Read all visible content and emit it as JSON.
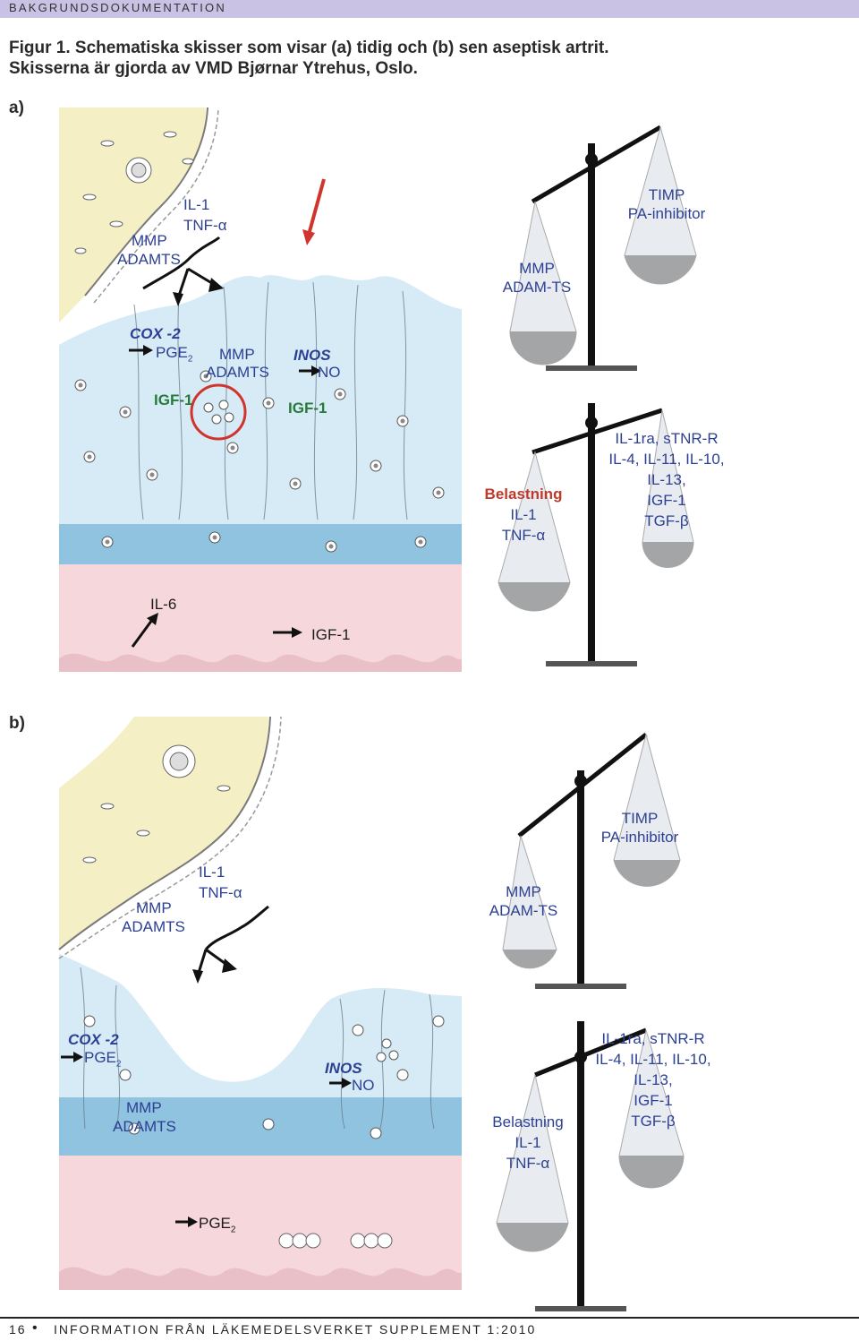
{
  "header": {
    "section": "BAKGRUNDSDOKUMENTATION"
  },
  "caption": {
    "line1": "Figur 1. Schematiska skisser som visar (a) tidig och (b) sen aseptisk artrit.",
    "line2": "Skisserna är gjorda av VMD Bjørnar Ytrehus, Oslo."
  },
  "panel_a": {
    "label": "a)",
    "il1": "IL-1",
    "tnfa": "TNF-α",
    "mmp": "MMP",
    "adamts": "ADAMTS",
    "cox2": "COX -2",
    "pge2": "PGE",
    "pge2_sub": "2",
    "mmp2": "MMP",
    "adamts2": "ADAMTS",
    "inos": "INOS",
    "no": "NO",
    "igf1_left": "IGF-1",
    "igf1_right": "IGF-1",
    "il6": "IL-6",
    "igf1_bottom": "IGF-1",
    "scale_top_left": [
      "MMP",
      "ADAM-TS"
    ],
    "scale_top_right": [
      "TIMP",
      "PA-inhibitor"
    ],
    "scale_bot_left": [
      "Belastning",
      "IL-1",
      "TNF-α"
    ],
    "scale_bot_right": [
      "IL-1ra, sTNR-R",
      "IL-4, IL-11, IL-10,",
      "IL-13,",
      "IGF-1",
      "TGF-β"
    ]
  },
  "panel_b": {
    "label": "b)",
    "il1": "IL-1",
    "tnfa": "TNF-α",
    "mmp": "MMP",
    "adamts": "ADAMTS",
    "cox2": "COX -2",
    "pge2": "PGE",
    "pge2_sub": "2",
    "mmp2": "MMP",
    "adamts2": "ADAMTS",
    "inos": "INOS",
    "no": "NO",
    "pge2_bottom": "PGE",
    "pge2_bottom_sub": "2",
    "scale_top_left": [
      "MMP",
      "ADAM-TS"
    ],
    "scale_top_right": [
      "TIMP",
      "PA-inhibitor"
    ],
    "scale_bot_left": [
      "Belastning",
      "IL-1",
      "TNF-α"
    ],
    "scale_bot_right": [
      "IL-1ra, sTNR-R",
      "IL-4, IL-11, IL-10,",
      "IL-13,",
      "IGF-1",
      "TGF-β"
    ]
  },
  "footer": {
    "page": "16",
    "publication": "INFORMATION FRÅN LÄKEMEDELSVERKET SUPPLEMENT 1:2010"
  },
  "colors": {
    "header_bar": "#c9c2e4",
    "synovium": "#f4efc4",
    "cartilage_light": "#d6ebf6",
    "cartilage_mid": "#b8dcef",
    "tidemark": "#8fc3df",
    "bone": "#f6d7dc",
    "label_blue": "#2c3f93",
    "label_green": "#287a3a",
    "arrow_red": "#d0342c"
  }
}
